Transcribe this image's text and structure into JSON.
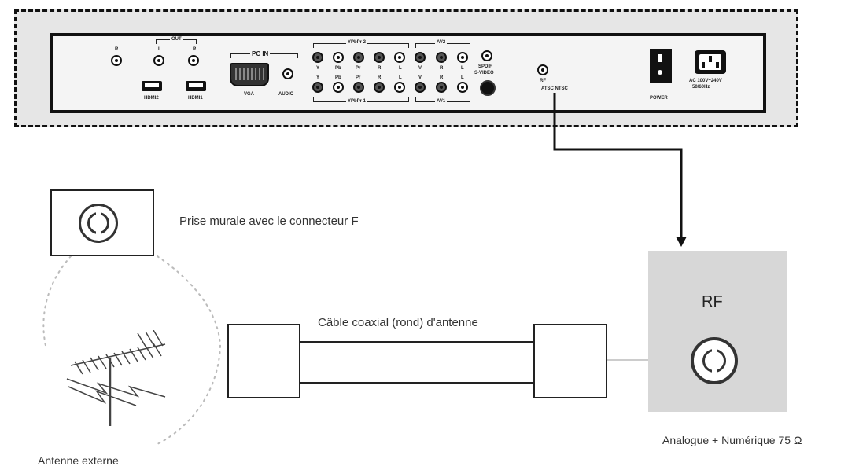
{
  "tv_panel": {
    "labels": {
      "out_right_top": "R",
      "out_header": "OUT",
      "out_l": "L",
      "out_r": "R",
      "hdmi2": "HDMI2",
      "hdmi1": "HDMI1",
      "pc_in": "PC IN",
      "vga": "VGA",
      "audio": "AUDIO",
      "ypbpr2": "YPbPr 2",
      "ypbpr1": "YPbPr 1",
      "ypbpr_cols": [
        "Y",
        "Pb",
        "Pr",
        "R",
        "L"
      ],
      "av2": "AV2",
      "av1": "AV1",
      "av_cols": [
        "V",
        "R",
        "L"
      ],
      "spdif": "SPDIF",
      "svideo": "S-VIDEO",
      "rf": "RF",
      "atsc_ntsc": "ATSC  NTSC",
      "power": "POWER",
      "ac_line1": "AC 100V~240V",
      "ac_line2": "50/60Hz"
    }
  },
  "wall_socket": {
    "caption": "Prise murale avec le connecteur F"
  },
  "cable": {
    "caption": "Câble coaxial (rond) d'antenne"
  },
  "rf_input": {
    "label": "RF",
    "caption": "Analogue + Numérique 75 Ω"
  },
  "antenna": {
    "caption": "Antenne externe"
  }
}
